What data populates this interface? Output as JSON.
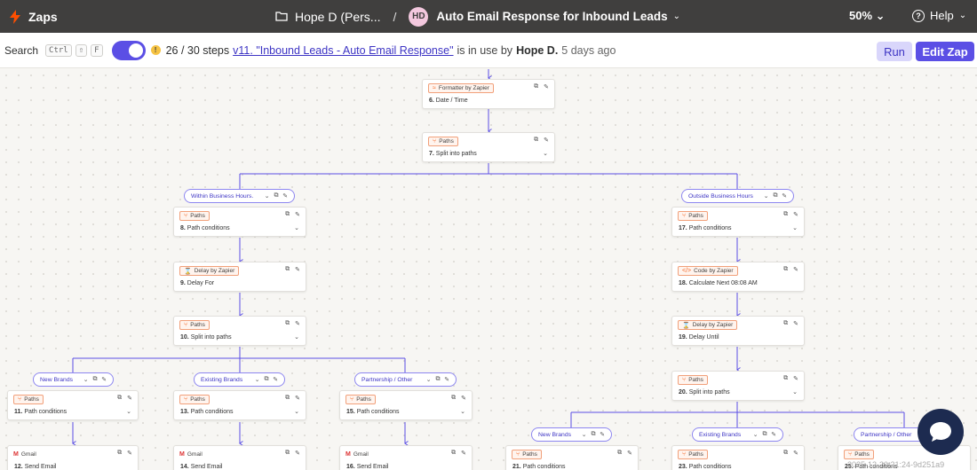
{
  "topbar": {
    "app_name": "Zaps",
    "folder": "Hope D (Pers...",
    "separator": "/",
    "avatar_initials": "HD",
    "zap_title": "Auto Email Response for Inbound Leads",
    "zoom": "50%",
    "help": "Help"
  },
  "toolbar": {
    "search_label": "Search",
    "shortcut_ctrl": "Ctrl",
    "shortcut_shift": "⇧",
    "shortcut_f": "F",
    "steps": "26 / 30 steps",
    "version_link": "v11. \"Inbound Leads - Auto Email Response\"",
    "in_use_text": "is in use by",
    "owner": "Hope D.",
    "ago": "5 days ago",
    "run_label": "Run",
    "edit_label": "Edit Zap"
  },
  "steps": [
    {
      "app": "Formatter by Zapier",
      "num": "6.",
      "title": "Date / Time",
      "dropdown": false,
      "icon": "formatter-icon"
    },
    {
      "app": "Paths",
      "num": "7.",
      "title": "Split into paths",
      "dropdown": true,
      "icon": "paths-icon"
    },
    {
      "app": "Paths",
      "num": "8.",
      "title": "Path conditions",
      "dropdown": true,
      "icon": "paths-icon"
    },
    {
      "app": "Delay by Zapier",
      "num": "9.",
      "title": "Delay For",
      "dropdown": false,
      "icon": "delay-icon"
    },
    {
      "app": "Paths",
      "num": "10.",
      "title": "Split into paths",
      "dropdown": true,
      "icon": "paths-icon"
    },
    {
      "app": "Paths",
      "num": "11.",
      "title": "Path conditions",
      "dropdown": true,
      "icon": "paths-icon"
    },
    {
      "app": "Gmail",
      "num": "12.",
      "title": "Send Email",
      "dropdown": false,
      "icon": "gmail-icon"
    },
    {
      "app": "Paths",
      "num": "13.",
      "title": "Path conditions",
      "dropdown": true,
      "icon": "paths-icon"
    },
    {
      "app": "Gmail",
      "num": "14.",
      "title": "Send Email",
      "dropdown": false,
      "icon": "gmail-icon"
    },
    {
      "app": "Paths",
      "num": "15.",
      "title": "Path conditions",
      "dropdown": true,
      "icon": "paths-icon"
    },
    {
      "app": "Gmail",
      "num": "16.",
      "title": "Send Email",
      "dropdown": false,
      "icon": "gmail-icon"
    },
    {
      "app": "Paths",
      "num": "17.",
      "title": "Path conditions",
      "dropdown": true,
      "icon": "paths-icon"
    },
    {
      "app": "Code by Zapier",
      "num": "18.",
      "title": "Calculate Next 08:08 AM",
      "dropdown": false,
      "icon": "code-icon"
    },
    {
      "app": "Delay by Zapier",
      "num": "19.",
      "title": "Delay Until",
      "dropdown": false,
      "icon": "delay-icon"
    },
    {
      "app": "Paths",
      "num": "20.",
      "title": "Split into paths",
      "dropdown": true,
      "icon": "paths-icon"
    },
    {
      "app": "Paths",
      "num": "21.",
      "title": "Path conditions",
      "dropdown": true,
      "icon": "paths-icon"
    },
    {
      "app": "Paths",
      "num": "23.",
      "title": "Path conditions",
      "dropdown": true,
      "icon": "paths-icon"
    },
    {
      "app": "Paths",
      "num": "25.",
      "title": "Path conditions",
      "dropdown": true,
      "icon": "paths-icon"
    }
  ],
  "path_labels": [
    "Within Business Hours.",
    "Outside Business Hours",
    "New Brands",
    "Existing Brands",
    "Partnership / Other",
    "New Brands",
    "Existing Brands",
    "Partnership / Other"
  ],
  "watermark": "2025-12-20t21:24-9d251a9",
  "colors": {
    "topbar": "#403f3e",
    "accent": "#5b4fe5",
    "path_border": "#8d86f0",
    "tag_orange": "#f46a2a"
  }
}
